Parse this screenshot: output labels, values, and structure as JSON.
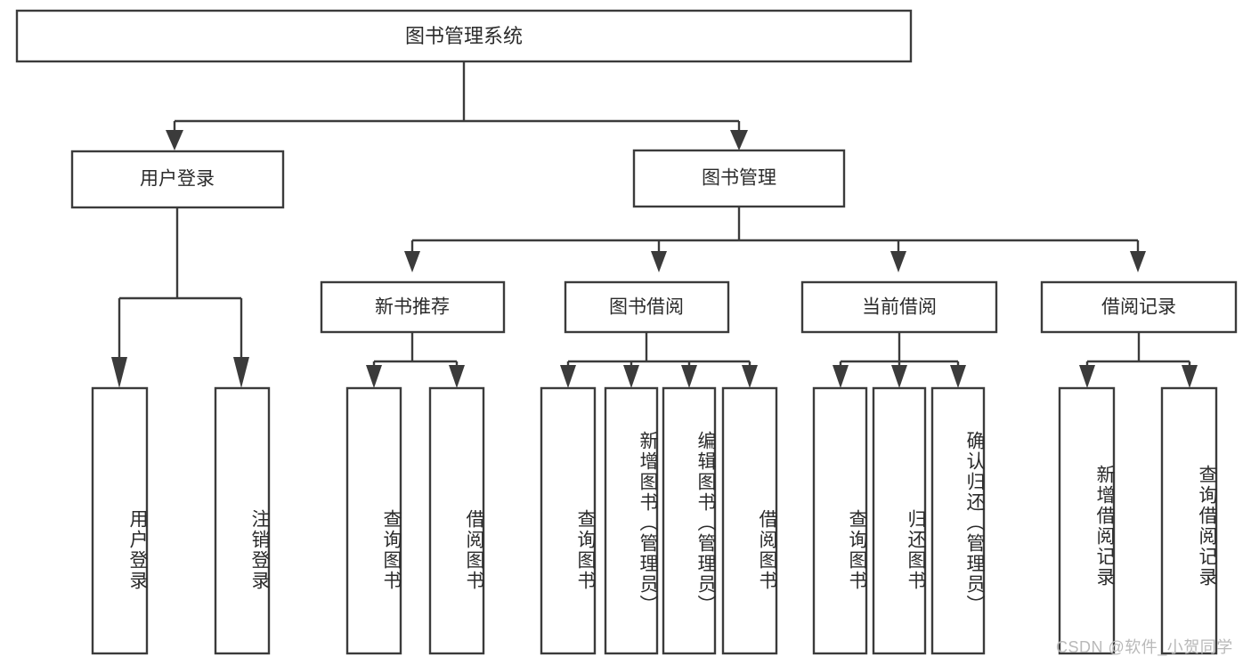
{
  "diagram": {
    "title": "图书管理系统",
    "type": "hierarchy-tree",
    "watermark": "CSDN @软件_小贺同学",
    "colors": {
      "stroke": "#3b3b3b",
      "box_fill": "#ffffff",
      "text": "#2b2b2b",
      "background": "#ffffff",
      "watermark": "#b9b9b9"
    },
    "root": {
      "label": "图书管理系统"
    },
    "level2": [
      {
        "label": "用户登录"
      },
      {
        "label": "图书管理"
      }
    ],
    "level3": [
      {
        "label": "新书推荐"
      },
      {
        "label": "图书借阅"
      },
      {
        "label": "当前借阅"
      },
      {
        "label": "借阅记录"
      }
    ],
    "leaves": {
      "user_login": [
        {
          "label": "用户登录"
        },
        {
          "label": "注销登录"
        }
      ],
      "new_book_recommend": [
        {
          "label": "查询图书"
        },
        {
          "label": "借阅图书"
        }
      ],
      "book_borrow": [
        {
          "label": "查询图书"
        },
        {
          "label": "新增图书（管理员）"
        },
        {
          "label": "编辑图书（管理员）"
        },
        {
          "label": "借阅图书"
        }
      ],
      "current_borrow": [
        {
          "label": "查询图书"
        },
        {
          "label": "归还图书"
        },
        {
          "label": "确认归还（管理员）"
        }
      ],
      "borrow_record": [
        {
          "label": "新增借阅记录"
        },
        {
          "label": "查询借阅记录"
        }
      ]
    }
  }
}
